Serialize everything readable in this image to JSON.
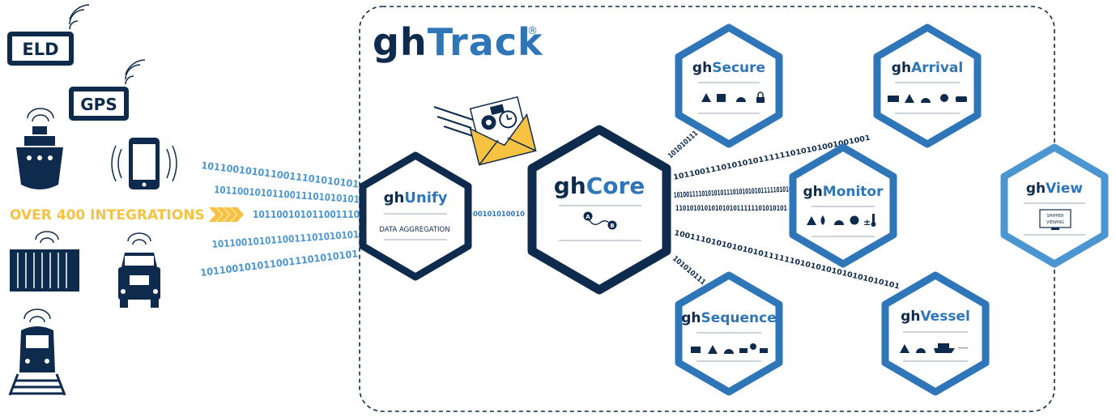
{
  "sources": {
    "eld_label": "ELD",
    "gps_label": "GPS",
    "integrations_label": "OVER 400 INTEGRATIONS"
  },
  "binary_streams": [
    "1011001010110011101010101",
    "1011001010110011101010101",
    "101100101011001110",
    "1011001010110011101010101",
    "1011001010110011101010101"
  ],
  "platform": {
    "prefix": "gh",
    "name": "Track",
    "registered": "®"
  },
  "modules": {
    "unify": {
      "prefix": "gh",
      "name": "Unify",
      "caption": "DATA AGGREGATION"
    },
    "core": {
      "prefix": "gh",
      "name": "Core",
      "point_a": "A",
      "point_b": "B"
    },
    "secure": {
      "prefix": "gh",
      "name": "Secure"
    },
    "arrival": {
      "prefix": "gh",
      "name": "Arrival"
    },
    "monitor": {
      "prefix": "gh",
      "name": "Monitor"
    },
    "sequence": {
      "prefix": "gh",
      "name": "Sequence"
    },
    "vessel": {
      "prefix": "gh",
      "name": "Vessel"
    },
    "view": {
      "prefix": "gh",
      "name": "View",
      "screen_text_1": "SHIPPER",
      "screen_text_2": "VIEWING"
    }
  },
  "link_bits": {
    "unify_core": "00101010010",
    "core_secure": "101010111",
    "core_arrival": "1011001110101010111111010101001001001",
    "core_monitor": "101001111010101011101010101011111010101",
    "core_monitor2": "1101010101010101011111101010101",
    "core_vessel": "1001110101010101011111101010101010101010101",
    "core_sequence": "101010111"
  },
  "colors": {
    "navy": "#0e2a4c",
    "blue": "#2f76b9",
    "light_blue": "#4b95d0",
    "gold": "#f5c242"
  }
}
